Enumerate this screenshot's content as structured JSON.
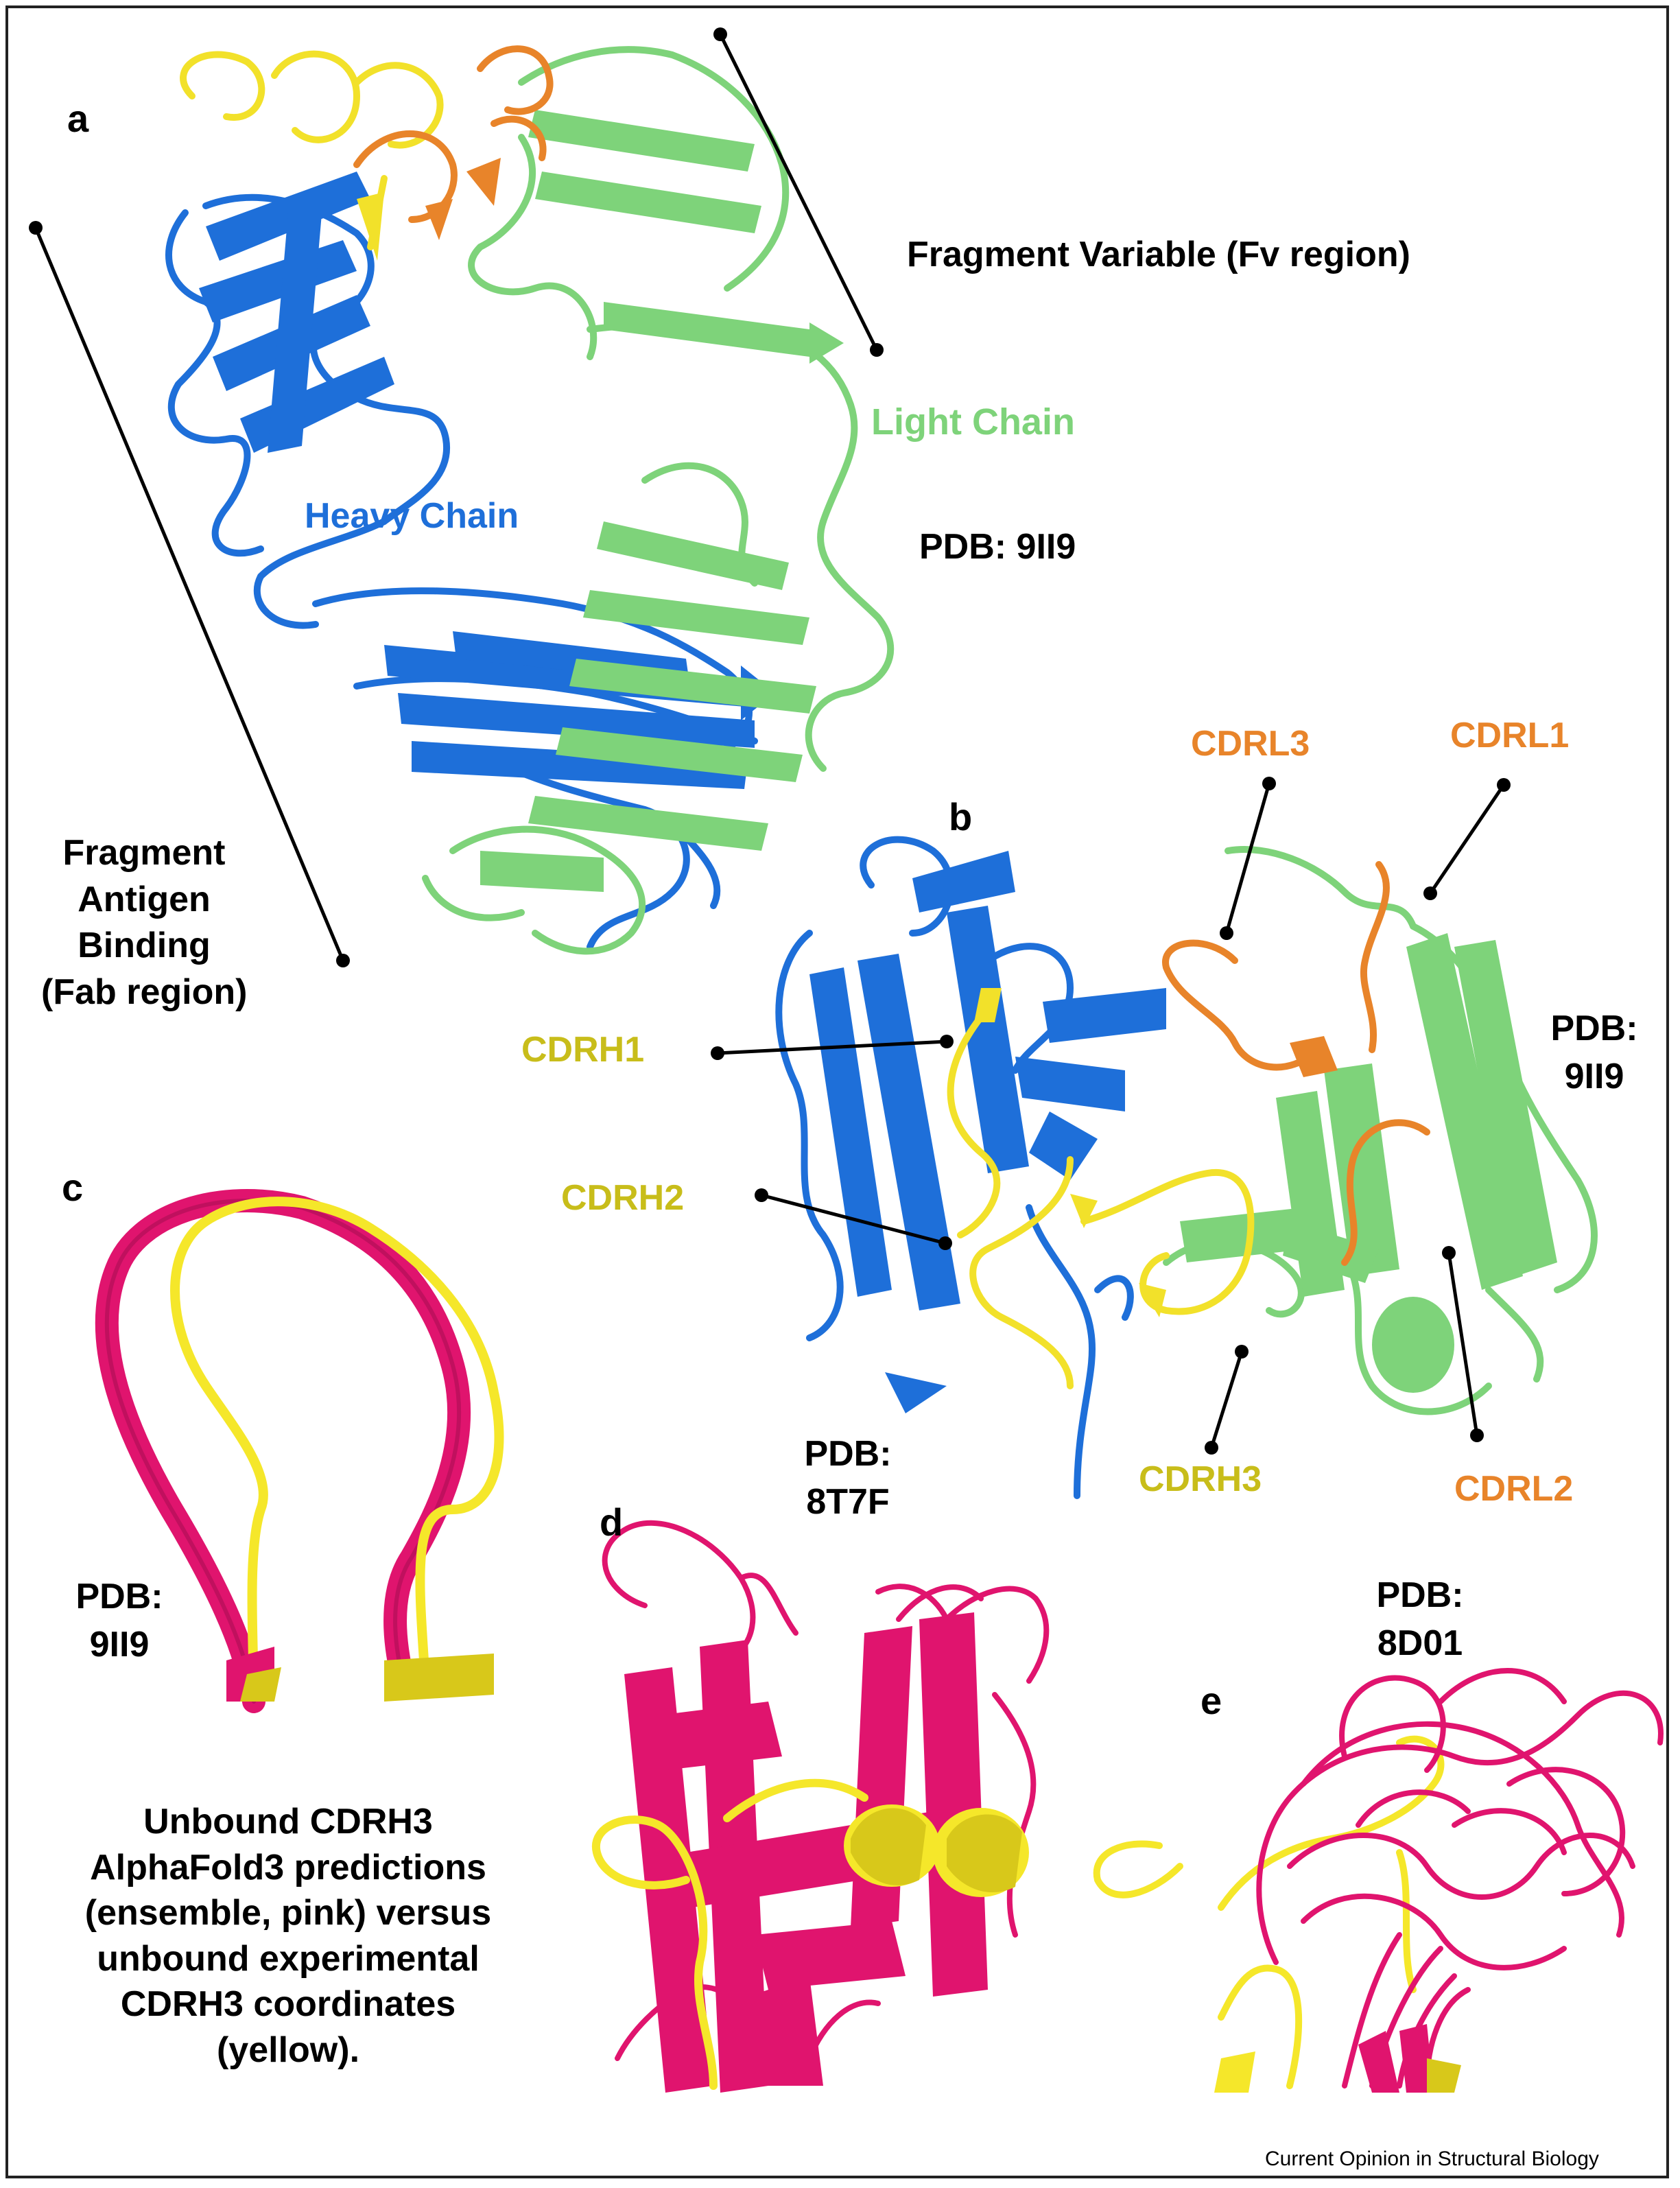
{
  "panels": {
    "a": "a",
    "b": "b",
    "c": "c",
    "d": "d",
    "e": "e"
  },
  "panel_a": {
    "fv_label": "Fragment Variable (Fv region)",
    "fab_label_lines": [
      "Fragment",
      "Antigen",
      "Binding",
      "(Fab region)"
    ],
    "heavy_chain": "Heavy Chain",
    "light_chain": "Light Chain",
    "pdb": "PDB: 9II9"
  },
  "panel_b": {
    "cdrs": {
      "h1": "CDRH1",
      "h2": "CDRH2",
      "h3": "CDRH3",
      "l1": "CDRL1",
      "l2": "CDRL2",
      "l3": "CDRL3"
    },
    "pdb_right": [
      "PDB:",
      "9II9"
    ],
    "pdb_left": [
      "PDB:",
      "8T7F"
    ]
  },
  "panel_c": {
    "pdb": [
      "PDB:",
      "9II9"
    ],
    "caption_lines": [
      "Unbound CDRH3",
      "AlphaFold3 predictions",
      "(ensemble, pink) versus",
      "unbound experimental",
      "CDRH3 coordinates",
      "(yellow)."
    ]
  },
  "panel_e": {
    "pdb": [
      "PDB:",
      "8D01"
    ]
  },
  "credit": "Current Opinion in Structural Biology",
  "colors": {
    "heavy": "#1e6fd9",
    "light": "#7ed37a",
    "cdr_heavy": "#f2e12a",
    "cdr_light": "#e8842a",
    "prediction": "#e0146e",
    "experimental": "#f5e72a"
  }
}
